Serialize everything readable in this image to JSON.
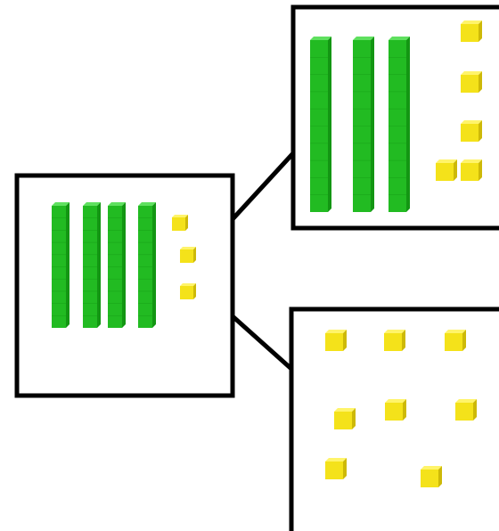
{
  "colors": {
    "background": "#ffffff",
    "frame": "#000000",
    "ten_rod_front": "#22bb22",
    "ten_rod_side": "#139613",
    "ten_rod_top": "#5fe05f",
    "unit_cube_front": "#f4e21a",
    "unit_cube_side": "#cdb908",
    "unit_cube_top": "#fff46a"
  },
  "diagram": {
    "type": "base-ten-block decomposition",
    "whole": {
      "ten_rods": 4,
      "unit_cubes": 3
    },
    "parts": [
      {
        "name": "upper-part",
        "ten_rods": 3,
        "unit_cubes": 5
      },
      {
        "name": "lower-part",
        "ten_rods": 0,
        "unit_cubes": 8
      }
    ],
    "icons": {
      "ten_rod": "ten-rod-icon",
      "unit_cube": "unit-cube-icon"
    }
  }
}
